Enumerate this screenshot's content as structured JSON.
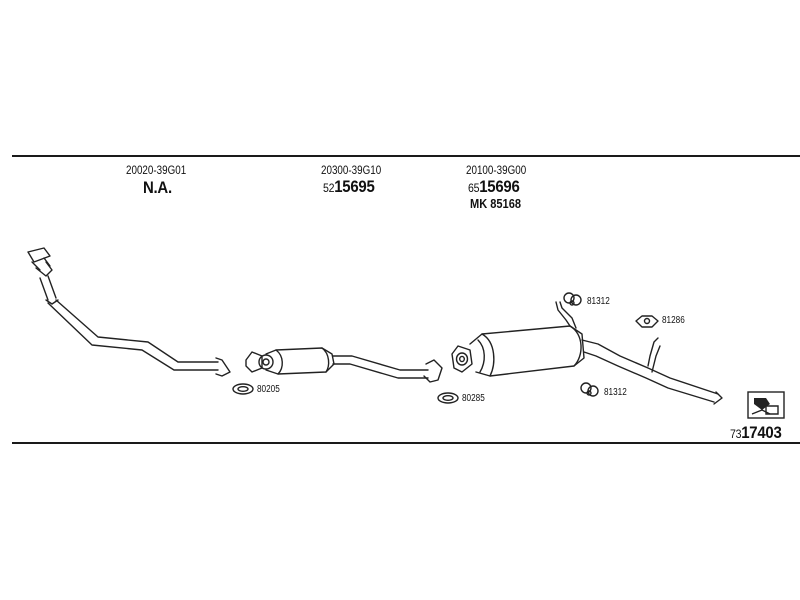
{
  "sections": [
    {
      "part_number": "20020-39G01",
      "ref_text": "N.A."
    },
    {
      "part_number": "20300-39G10",
      "ref_prefix": "52",
      "ref_main": "15695"
    },
    {
      "part_number": "20100-39G00",
      "ref_prefix": "65",
      "ref_main": "15696",
      "mk_label": "MK  85168"
    }
  ],
  "parts": {
    "gasket_1": "80205",
    "gasket_2": "80285",
    "hanger_top": "81312",
    "hanger_right": "81286",
    "hanger_bottom": "81312"
  },
  "footer": {
    "prefix": "73",
    "main": "17403"
  }
}
